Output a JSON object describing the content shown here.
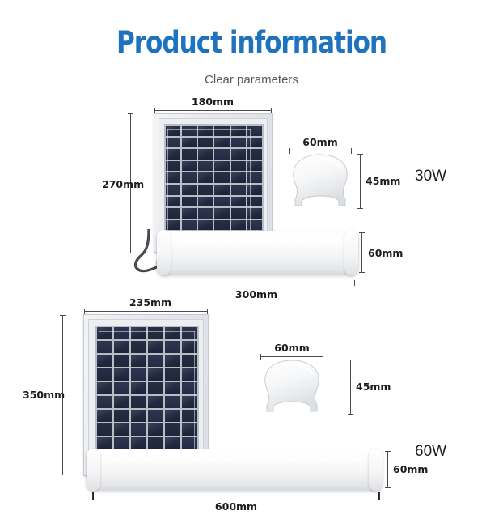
{
  "header": {
    "title": "Product information",
    "subtitle": "Clear parameters",
    "title_color": "#1f72bd",
    "subtitle_color": "#595959"
  },
  "products": [
    {
      "watt_label": "30W",
      "panel": {
        "width_label": "180mm",
        "height_label": "270mm"
      },
      "profile": {
        "width_label": "60mm",
        "height_label": "45mm"
      },
      "tube": {
        "length_label": "300mm",
        "height_label": "60mm"
      }
    },
    {
      "watt_label": "60W",
      "panel": {
        "width_label": "235mm",
        "height_label": "350mm"
      },
      "profile": {
        "width_label": "60mm",
        "height_label": "45mm"
      },
      "tube": {
        "length_label": "600mm",
        "height_label": "60mm"
      }
    }
  ],
  "colors": {
    "background": "#ffffff",
    "dimension_line": "#4a4a4a",
    "dimension_text": "#1d1d1d",
    "solar_cell": "#232b44",
    "panel_frame": "#dcdfe4",
    "tube_body": "#f2f3f4",
    "cable": "#3a3d42"
  }
}
